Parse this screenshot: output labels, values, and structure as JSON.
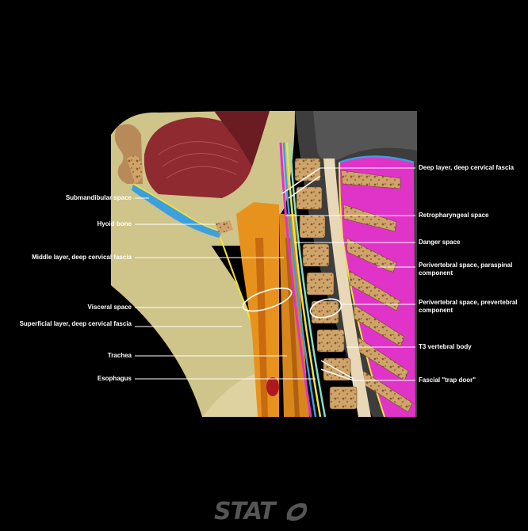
{
  "labels_left": [
    {
      "id": "submandibular",
      "text": "Submandibular space"
    },
    {
      "id": "hyoid",
      "text": "Hyoid bone"
    },
    {
      "id": "middle-layer",
      "text": "Middle layer, deep cervical fascia"
    },
    {
      "id": "visceral",
      "text": "Visceral space"
    },
    {
      "id": "superficial-layer",
      "text": "Superficial layer, deep cervical fascia"
    },
    {
      "id": "trachea",
      "text": "Trachea"
    },
    {
      "id": "esophagus",
      "text": "Esophagus"
    }
  ],
  "labels_right": [
    {
      "id": "deep-layer",
      "text": "Deep layer, deep cervical fascia"
    },
    {
      "id": "retropharyngeal",
      "text": "Retropharyngeal space"
    },
    {
      "id": "danger",
      "text": "Danger space"
    },
    {
      "id": "perivertebral-paraspinal",
      "text": "Perivertebral space, paraspinal component"
    },
    {
      "id": "perivertebral-prevertebral",
      "text": "Perivertebral space, prevertebral component"
    },
    {
      "id": "t3",
      "text": "T3 vertebral body"
    },
    {
      "id": "trap-door",
      "text": "Fascial \"trap door\""
    }
  ],
  "logo": {
    "text": "STAT"
  },
  "colors": {
    "background": "#000000",
    "skin": "#cfc48a",
    "muscle_red": "#8e2a30",
    "airway_orange": "#e8921e",
    "vertebra_tan": "#c79a5a",
    "paraspinal_magenta": "#e033c8",
    "fascia_blue": "#3aa0e0",
    "fascia_yellow": "#f2e23a",
    "label_white": "#ffffff"
  }
}
